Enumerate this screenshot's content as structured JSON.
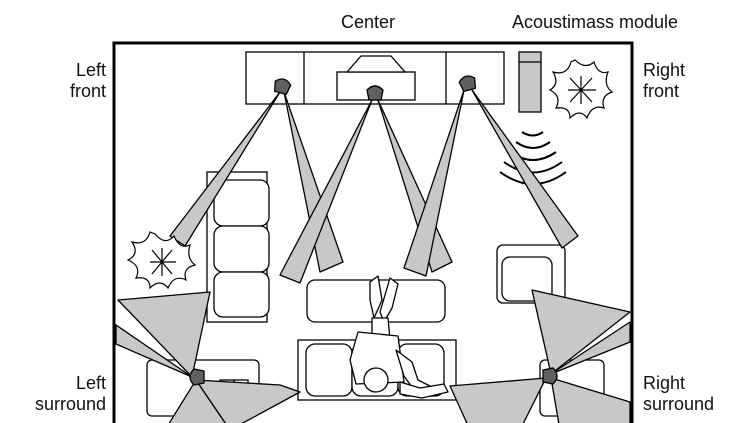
{
  "labels": {
    "center": "Center",
    "acoustimass_module": "Acoustimass module",
    "left_front": [
      "Left",
      "front"
    ],
    "right_front": [
      "Right",
      "front"
    ],
    "left_surround": [
      "Left",
      "surround"
    ],
    "right_surround": [
      "Right",
      "surround"
    ]
  },
  "colors": {
    "beam_fill": "#c8c8c8",
    "speaker_fill": "#606060",
    "line": "#000000",
    "background": "#ffffff"
  }
}
